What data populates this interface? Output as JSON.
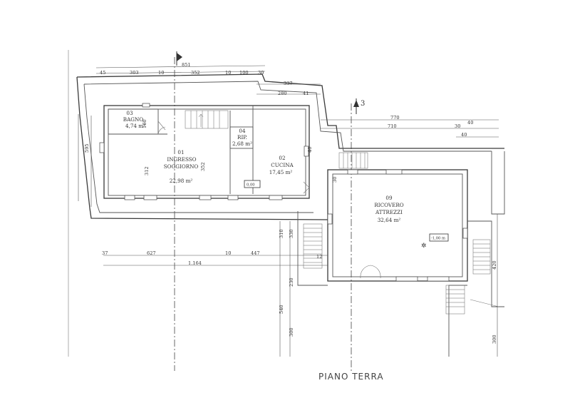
{
  "floor_title": "PIANO TERRA",
  "section_markers": [
    "",
    "3"
  ],
  "rooms": [
    {
      "num": "03",
      "name": "BAGNO",
      "area": "4,74 m²"
    },
    {
      "num": "01",
      "name": "INGRESSO",
      "name2": "SOGGIORNO",
      "area": "22,98 m²"
    },
    {
      "num": "04",
      "name": "RIP.",
      "area": "2,68 m²"
    },
    {
      "num": "02",
      "name": "CUCINA",
      "area": "17,45 m²"
    },
    {
      "num": "09",
      "name": "RICOVERO",
      "name2": "ATTREZZI",
      "area": "32,64 m²"
    }
  ],
  "levels": [
    "0,00",
    "-1,00 m"
  ],
  "dims": {
    "top_total": "851",
    "top_a": "45",
    "top_b": "303",
    "top_c": "10",
    "top_d": "352",
    "top_e": "10",
    "top_f": "100",
    "top_g": "30",
    "inner_a": "337",
    "inner_b": "280",
    "inner_c": "41",
    "right_a": "770",
    "right_b": "710",
    "right_c": "30",
    "right_d": "40",
    "right_e": "40",
    "bottom_a": "37",
    "bottom_b": "627",
    "bottom_c": "10",
    "bottom_d": "447",
    "bottom_total": "1.164",
    "left_a": "595",
    "left_b": "312",
    "left_c": "160",
    "v_352": "352",
    "v_30": "30",
    "v_310": "310",
    "v_330": "330",
    "v_230": "230",
    "v_540": "540",
    "v_300": "300",
    "v_420": "420",
    "v_300b": "300",
    "v_12": "12",
    "v_40": "40"
  }
}
